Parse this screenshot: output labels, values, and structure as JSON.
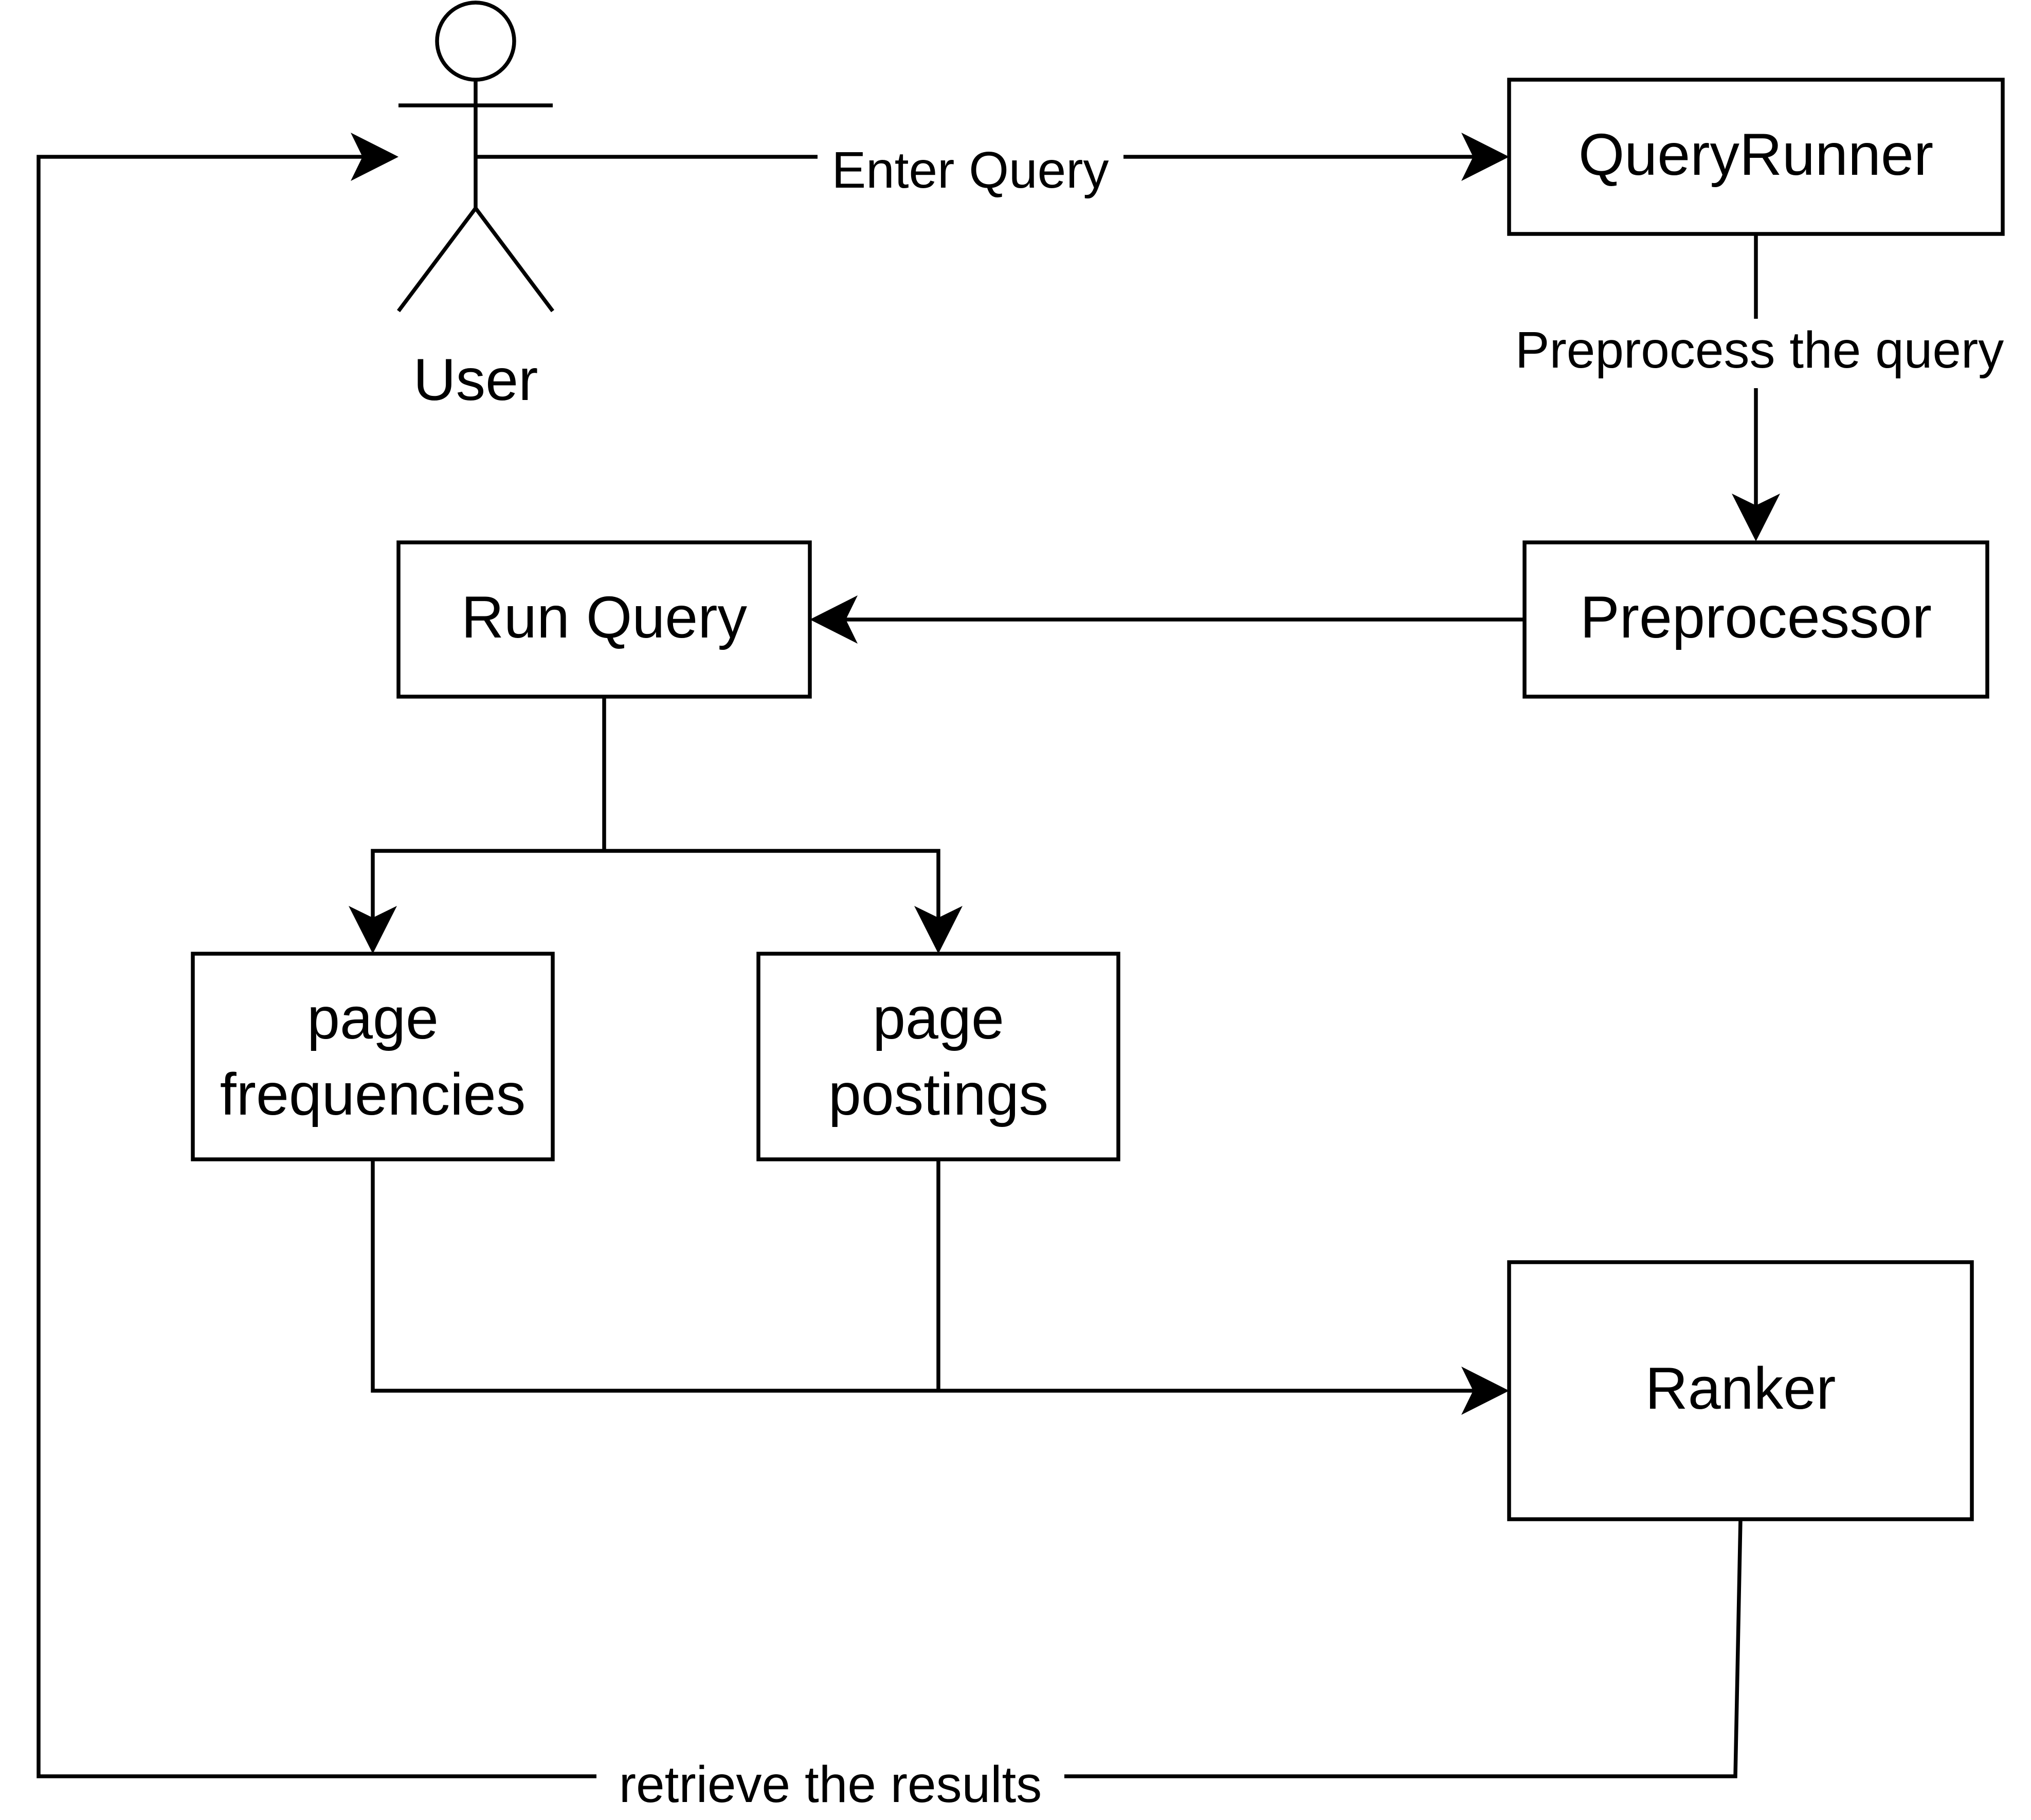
{
  "diagram": {
    "actor": {
      "label": "User"
    },
    "nodes": {
      "query_runner": "QueryRunner",
      "preprocessor": "Preprocessor",
      "run_query": "Run Query",
      "page_frequencies": [
        "page",
        "frequencies"
      ],
      "page_postings": [
        "page",
        "postings"
      ],
      "ranker": "Ranker"
    },
    "edges": {
      "enter_query": "Enter Query",
      "preprocess_query": "Preprocess the query",
      "retrieve_results": "retrieve the results"
    }
  }
}
